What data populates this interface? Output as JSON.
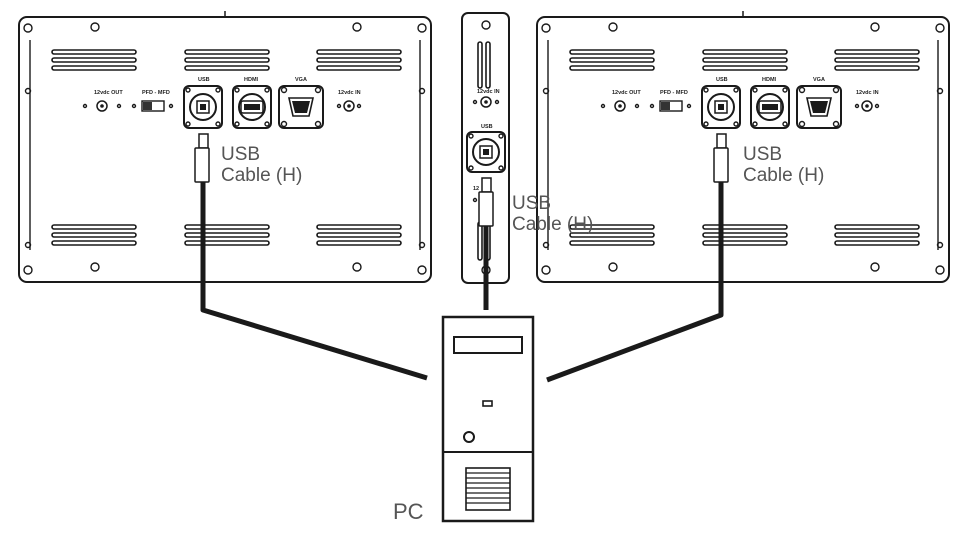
{
  "colors": {
    "line": "#1a1a1a",
    "text": "#555555",
    "background": "#ffffff"
  },
  "labels": {
    "cable_left": [
      "USB",
      "Cable (H)"
    ],
    "cable_center": [
      "USB",
      "Cable (H)"
    ],
    "cable_right": [
      "USB",
      "Cable (H)"
    ],
    "pc": "PC"
  },
  "panel_left": {
    "ports": {
      "out": "12vdc OUT",
      "switch": "PFD - MFD",
      "usb": "USB",
      "hdmi": "HDMI",
      "vga": "VGA",
      "in": "12vdc IN"
    }
  },
  "panel_right": {
    "ports": {
      "out": "12vdc OUT",
      "switch": "PFD - MFD",
      "usb": "USB",
      "hdmi": "HDMI",
      "vga": "VGA",
      "in": "12vdc IN"
    }
  },
  "panel_center": {
    "ports": {
      "in": "12vdc IN",
      "usb": "USB",
      "out_partial": "12"
    }
  }
}
